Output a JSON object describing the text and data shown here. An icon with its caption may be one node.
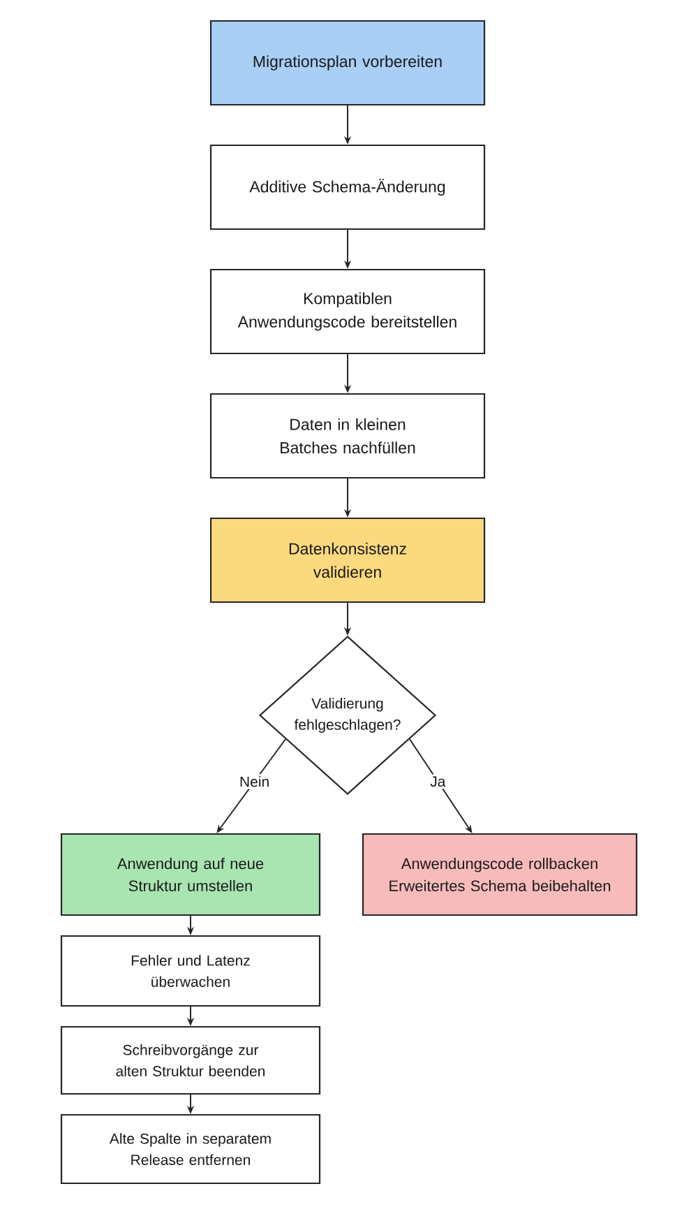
{
  "diagram": {
    "nodes": [
      {
        "text": [
          "Migrationsplan vorbereiten"
        ]
      },
      {
        "text": [
          "Additive Schema-Änderung"
        ]
      },
      {
        "text": [
          "Kompatiblen Anwendungscode bereitstellen"
        ]
      },
      {
        "text": [
          "Daten in kleinen Batches nachfüllen"
        ]
      },
      {
        "text": [
          "Datenkonsistenz validieren"
        ]
      },
      {
        "text": [
          "Validierung fehlgeschlagen?"
        ]
      },
      {
        "text": [
          "Anwendung auf neue Struktur umstellen"
        ]
      },
      {
        "text": [
          "Anwendungscode rollbacken Erweitertes Schema beibehalten"
        ]
      },
      {
        "text": [
          "Fehler und Latenz überwachen"
        ]
      },
      {
        "text": [
          "Schreibvorgänge zur alten Struktur beenden"
        ]
      },
      {
        "text": [
          "Alte Spalte in separatem Release entfernen"
        ]
      }
    ],
    "edges": [
      {
        "from": 0,
        "to": 1,
        "arrow": "to"
      },
      {
        "from": 1,
        "to": 2,
        "arrow": "to"
      },
      {
        "from": 2,
        "to": 3,
        "arrow": "to"
      },
      {
        "from": 3,
        "to": 4,
        "arrow": "to"
      },
      {
        "from": 4,
        "to": 5,
        "arrow": "to"
      },
      {
        "from": 5,
        "to": 6,
        "arrow": "to",
        "label": "Nein"
      },
      {
        "from": 5,
        "to": 7,
        "arrow": "to",
        "label": "Ja"
      },
      {
        "from": 6,
        "to": 8,
        "arrow": "to"
      },
      {
        "from": 8,
        "to": 9,
        "arrow": "to"
      },
      {
        "from": 9,
        "to": 10,
        "arrow": "to"
      }
    ]
  }
}
